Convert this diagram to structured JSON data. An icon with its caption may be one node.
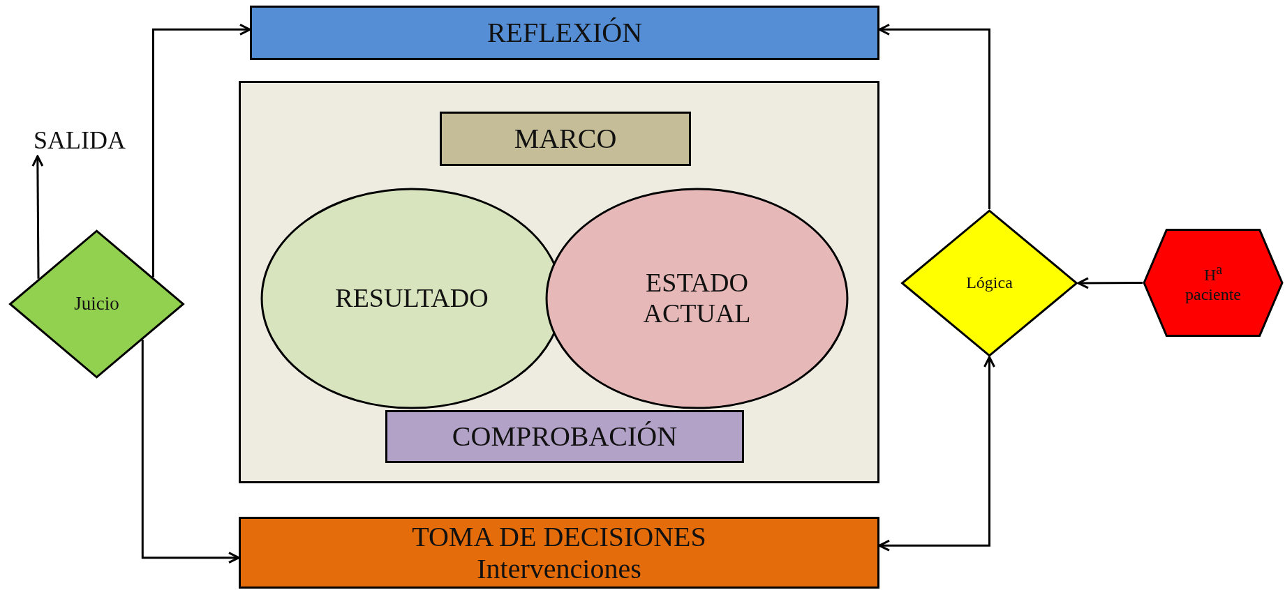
{
  "diagram": {
    "nodes": [
      {
        "text": [
          "REFLEXIÓN"
        ]
      },
      {
        "text": [],
        "shape": "box"
      },
      {
        "text": [
          "MARCO"
        ],
        "in": 1
      },
      {
        "text": [
          "RESULTADO"
        ],
        "in": 1
      },
      {
        "text": [
          "ESTADO ACTUAL"
        ],
        "in": 1
      },
      {
        "text": [
          "COMPROBACIÓN"
        ],
        "in": 1
      },
      {
        "text": [
          "SALIDA"
        ]
      },
      {
        "text": [
          "Juicio"
        ]
      },
      {
        "text": [
          "Lógica"
        ]
      },
      {
        "text": [
          "H$^{a}$ paciente"
        ]
      },
      {
        "text": [
          "TOMA DE DECISIONES",
          "Intervenciones"
        ]
      }
    ],
    "edges": [
      {
        "from": 7,
        "to": 6,
        "arrow": "to"
      },
      {
        "from": 7,
        "to": 0,
        "arrow": "to"
      },
      {
        "from": 7,
        "to": 10,
        "arrow": "to"
      },
      {
        "from": 8,
        "to": 0,
        "arrow": "to"
      },
      {
        "from": 10,
        "to": 8,
        "arrow": "both"
      },
      {
        "from": 9,
        "to": 8,
        "arrow": "to"
      }
    ]
  }
}
